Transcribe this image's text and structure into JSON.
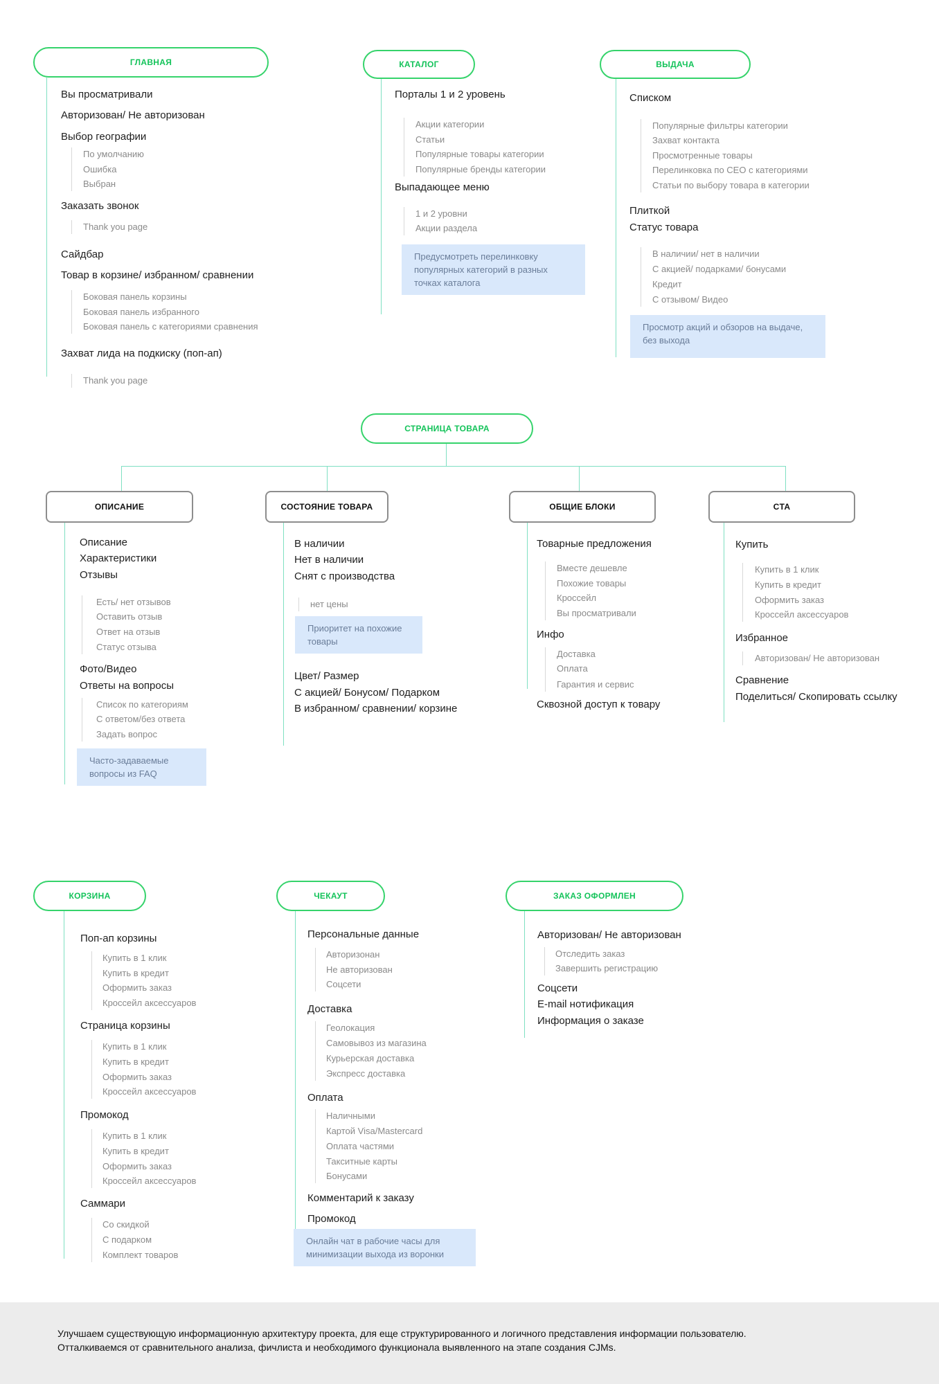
{
  "columns": [
    {
      "id": "main",
      "header": "ГЛАВНАЯ",
      "lines": [
        {
          "t": "i",
          "text": "Вы просматривали"
        },
        {
          "t": "i",
          "text": "Авторизован/ Не авторизован"
        },
        {
          "t": "i",
          "text": "Выбор географии"
        },
        {
          "t": "s",
          "text": "По умолчанию"
        },
        {
          "t": "s",
          "text": "Ошибка"
        },
        {
          "t": "s",
          "text": "Выбран"
        },
        {
          "t": "i",
          "text": "Заказать звонок"
        },
        {
          "t": "s",
          "text": "Thank you page"
        },
        {
          "t": "i",
          "text": "Сайдбар"
        },
        {
          "t": "i",
          "text": "Товар в корзине/ избранном/ сравнении"
        },
        {
          "t": "s",
          "text": "Боковая панель корзины"
        },
        {
          "t": "s",
          "text": "Боковая панель избранного"
        },
        {
          "t": "s",
          "text": "Боковая панель с категориями сравнения"
        },
        {
          "t": "i",
          "text": "Захват лида на подкиску (поп-ап)"
        },
        {
          "t": "s",
          "text": "Thank you page"
        }
      ]
    },
    {
      "id": "catalog",
      "header": "КАТАЛОГ",
      "lines": [
        {
          "t": "i",
          "text": "Порталы 1 и 2 уровень"
        },
        {
          "t": "s",
          "text": "Акции категории"
        },
        {
          "t": "s",
          "text": "Статьи"
        },
        {
          "t": "s",
          "text": "Популярные товары категории"
        },
        {
          "t": "s",
          "text": "Популярные бренды категории"
        },
        {
          "t": "i",
          "text": "Выпадающее меню"
        },
        {
          "t": "s",
          "text": "1 и 2 уровни"
        },
        {
          "t": "s",
          "text": "Акции раздела"
        },
        {
          "t": "n",
          "text": "Предусмотреть перелинковку популярных категорий в разных точках каталога"
        }
      ]
    },
    {
      "id": "listing",
      "header": "ВЫДАЧА",
      "lines": [
        {
          "t": "i",
          "text": "Списком"
        },
        {
          "t": "s",
          "text": "Популярные фильтры категории"
        },
        {
          "t": "s",
          "text": "Захват контакта"
        },
        {
          "t": "s",
          "text": "Просмотренные товары"
        },
        {
          "t": "s",
          "text": "Перелинковка по СЕО с категориями"
        },
        {
          "t": "s",
          "text": "Статьи по выбору товара в категории"
        },
        {
          "t": "i",
          "text": "Плиткой"
        },
        {
          "t": "i",
          "text": "Статус товара"
        },
        {
          "t": "s",
          "text": "В наличии/ нет в наличии"
        },
        {
          "t": "s",
          "text": "С акцией/ подарками/ бонусами"
        },
        {
          "t": "s",
          "text": "Кредит"
        },
        {
          "t": "s",
          "text": "С отзывом/ Видео"
        },
        {
          "t": "n",
          "text": "Просмотр акций и обзоров на выдаче, без выхода"
        }
      ]
    },
    {
      "id": "product",
      "header": "СТРАНИЦА ТОВАРА"
    },
    {
      "id": "desc",
      "header": "ОПИСАНИЕ",
      "lines": [
        {
          "t": "i",
          "text": "Описание"
        },
        {
          "t": "i",
          "text": "Характеристики"
        },
        {
          "t": "i",
          "text": "Отзывы"
        },
        {
          "t": "s",
          "text": "Есть/ нет отзывов"
        },
        {
          "t": "s",
          "text": "Оставить отзыв"
        },
        {
          "t": "s",
          "text": "Ответ на отзыв"
        },
        {
          "t": "s",
          "text": "Статус отзыва"
        },
        {
          "t": "i",
          "text": "Фото/Видео"
        },
        {
          "t": "i",
          "text": "Ответы на вопросы"
        },
        {
          "t": "s",
          "text": "Список по категориям"
        },
        {
          "t": "s",
          "text": "С ответом/без ответа"
        },
        {
          "t": "s",
          "text": "Задать вопрос"
        },
        {
          "t": "n",
          "text": "Часто-задаваемые вопросы из FAQ"
        }
      ]
    },
    {
      "id": "state",
      "header": "СОСТОЯНИЕ ТОВАРА",
      "lines": [
        {
          "t": "i",
          "text": "В наличии"
        },
        {
          "t": "i",
          "text": "Нет в наличии"
        },
        {
          "t": "i",
          "text": "Снят с производства"
        },
        {
          "t": "s",
          "text": "нет цены"
        },
        {
          "t": "n",
          "text": "Приоритет на похожие товары"
        },
        {
          "t": "i",
          "text": "Цвет/ Размер"
        },
        {
          "t": "i",
          "text": "С акцией/ Бонусом/ Подарком"
        },
        {
          "t": "i",
          "text": "В избранном/ сравнении/ корзине"
        }
      ]
    },
    {
      "id": "blocks",
      "header": "ОБЩИЕ БЛОКИ",
      "lines": [
        {
          "t": "i",
          "text": "Товарные предложения"
        },
        {
          "t": "s",
          "text": "Вместе дешевле"
        },
        {
          "t": "s",
          "text": "Похожие товары"
        },
        {
          "t": "s",
          "text": "Кроссейл"
        },
        {
          "t": "s",
          "text": "Вы просматривали"
        },
        {
          "t": "i",
          "text": "Инфо"
        },
        {
          "t": "s",
          "text": "Доставка"
        },
        {
          "t": "s",
          "text": "Оплата"
        },
        {
          "t": "s",
          "text": "Гарантия и сервис"
        },
        {
          "t": "i",
          "text": "Сквозной доступ к товару"
        }
      ]
    },
    {
      "id": "cta",
      "header": "CTA",
      "lines": [
        {
          "t": "i",
          "text": "Купить"
        },
        {
          "t": "s",
          "text": "Купить в 1 клик"
        },
        {
          "t": "s",
          "text": "Купить в кредит"
        },
        {
          "t": "s",
          "text": "Оформить заказ"
        },
        {
          "t": "s",
          "text": "Кроссейл аксессуаров"
        },
        {
          "t": "i",
          "text": "Избранное"
        },
        {
          "t": "s",
          "text": "Авторизован/ Не авторизован"
        },
        {
          "t": "i",
          "text": "Сравнение"
        },
        {
          "t": "i",
          "text": "Поделиться/ Скопировать ссылку"
        }
      ]
    },
    {
      "id": "cart",
      "header": "КОРЗИНА",
      "lines": [
        {
          "t": "i",
          "text": "Поп-ап корзины"
        },
        {
          "t": "s",
          "text": "Купить в 1 клик"
        },
        {
          "t": "s",
          "text": "Купить в кредит"
        },
        {
          "t": "s",
          "text": "Оформить заказ"
        },
        {
          "t": "s",
          "text": "Кроссейл аксессуаров"
        },
        {
          "t": "i",
          "text": "Страница корзины"
        },
        {
          "t": "s",
          "text": "Купить в 1 клик"
        },
        {
          "t": "s",
          "text": "Купить в кредит"
        },
        {
          "t": "s",
          "text": "Оформить заказ"
        },
        {
          "t": "s",
          "text": "Кроссейл аксессуаров"
        },
        {
          "t": "i",
          "text": "Промокод"
        },
        {
          "t": "s",
          "text": "Купить в 1 клик"
        },
        {
          "t": "s",
          "text": "Купить в кредит"
        },
        {
          "t": "s",
          "text": "Оформить заказ"
        },
        {
          "t": "s",
          "text": "Кроссейл аксессуаров"
        },
        {
          "t": "i",
          "text": "Саммари"
        },
        {
          "t": "s",
          "text": "Со скидкой"
        },
        {
          "t": "s",
          "text": "С подарком"
        },
        {
          "t": "s",
          "text": "Комплект товаров"
        }
      ]
    },
    {
      "id": "checkout",
      "header": "ЧЕКАУТ",
      "lines": [
        {
          "t": "i",
          "text": "Персональные данные"
        },
        {
          "t": "s",
          "text": "Авторизонан"
        },
        {
          "t": "s",
          "text": "Не авторизован"
        },
        {
          "t": "s",
          "text": "Соцсети"
        },
        {
          "t": "i",
          "text": "Доставка"
        },
        {
          "t": "s",
          "text": "Геолокация"
        },
        {
          "t": "s",
          "text": "Самовывоз из магазина"
        },
        {
          "t": "s",
          "text": "Курьерская доставка"
        },
        {
          "t": "s",
          "text": "Экспресс доставка"
        },
        {
          "t": "i",
          "text": "Оплата"
        },
        {
          "t": "s",
          "text": "Наличными"
        },
        {
          "t": "s",
          "text": "Картой Visa/Mastercard"
        },
        {
          "t": "s",
          "text": "Оплата частями"
        },
        {
          "t": "s",
          "text": "Такситные карты"
        },
        {
          "t": "s",
          "text": "Бонусами"
        },
        {
          "t": "i",
          "text": "Комментарий к заказу"
        },
        {
          "t": "i",
          "text": "Промокод"
        },
        {
          "t": "n",
          "text": "Онлайн чат в рабочие часы для минимизации выхода из воронки"
        }
      ]
    },
    {
      "id": "done",
      "header": "ЗАКАЗ ОФОРМЛЕН",
      "lines": [
        {
          "t": "i",
          "text": "Авторизован/ Не авторизован"
        },
        {
          "t": "s",
          "text": "Отследить заказ"
        },
        {
          "t": "s",
          "text": "Завершить регистрацию"
        },
        {
          "t": "i",
          "text": "Соцсети"
        },
        {
          "t": "i",
          "text": "E-mail нотификация"
        },
        {
          "t": "i",
          "text": "Информация о заказе"
        }
      ]
    }
  ],
  "footer": {
    "line1": "Улучшаем существующую информационную архитектуру проекта, для еще структурированного и логичного представления информации пользователю.",
    "line2": "Отталкиваемся от сравнительного анализа, фичлиста и необходимого функционала выявленного на этапе создания CJMs."
  }
}
